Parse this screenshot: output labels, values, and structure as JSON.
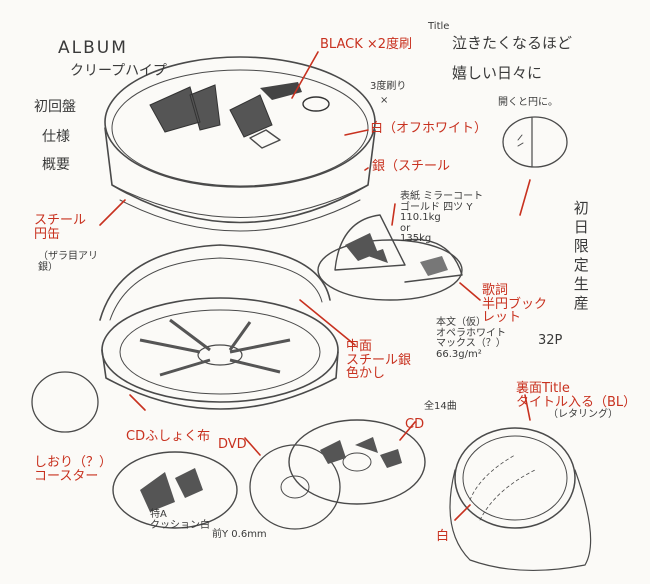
{
  "sheet": {
    "title_en": "ALBUM",
    "title_jp": "クリープハイプ",
    "spec_heading": [
      "初回盤",
      "仕様",
      "概要"
    ],
    "album_title_tag": "Title",
    "album_title_lines": [
      "泣きたくなるほど",
      "嬉しい日々に"
    ],
    "limited_vertical": "初日限定生産",
    "labels": {
      "black": "BLACK ×2度刷",
      "three_colors": "3度刷り",
      "times": "×",
      "white": "白（オフホワイト）",
      "silver": "銀（スチール",
      "steel_can": "スチール\n円缶",
      "steel_can_note": "（ザラ目アリ\n銀）",
      "lyrics_card": "表紙 ミラーコート\nゴールド 四ツ Y\n110.1kg\nor\n135kg",
      "lyrics_book": "歌詞\n半円ブック\nレット",
      "pages": "32P",
      "paper": "本文（仮）\nオペラホワイト\nマックス（？）\n66.3g/m²",
      "mid_plate": "中面\nスチール銀\n色かし",
      "cd_tray": "CDふしょく布",
      "dvd": "DVD",
      "songs": "全14曲",
      "cd": "CD",
      "bookmark": "しおり（？）\nコースター",
      "cushion": "特A\nクッション白",
      "thickness": "前Y 0.6mm",
      "back_title": "裏面Title\nタイトル入る（BL）",
      "lettering": "（レタリング）",
      "white_short": "白",
      "circle_note": "開くと円に。"
    }
  }
}
